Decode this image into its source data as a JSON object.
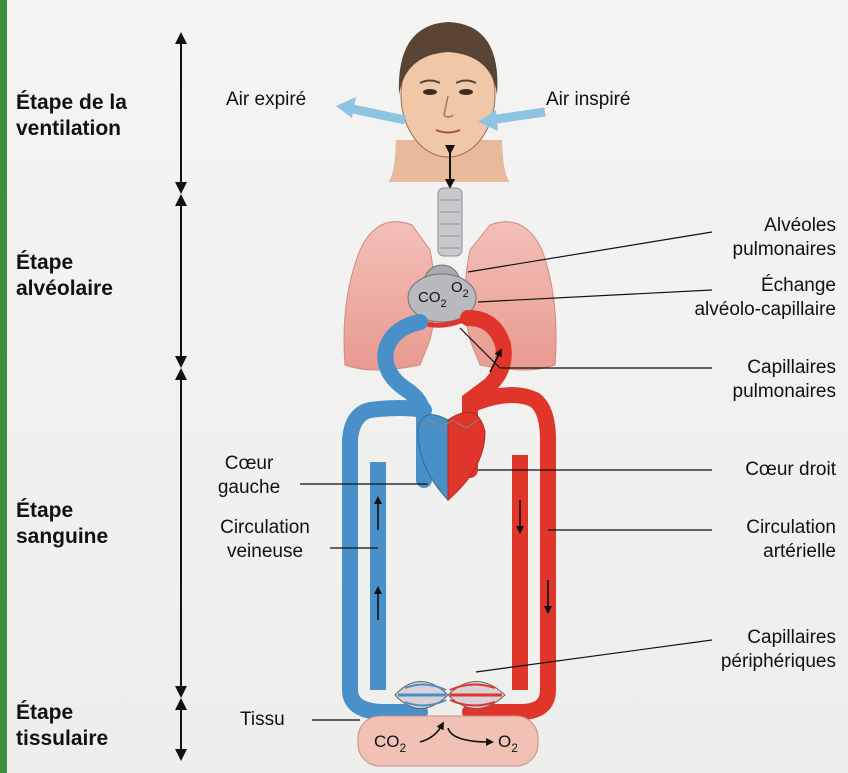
{
  "stages": {
    "ventilation": "Étape de la\nventilation",
    "alveolaire": "Étape\nalvéolaire",
    "sanguine": "Étape\nsanguine",
    "tissulaire": "Étape\ntissulaire"
  },
  "labels": {
    "air_expire": "Air expiré",
    "air_inspire": "Air inspiré",
    "alveoles": "Alvéoles\npulmonaires",
    "echange": "Échange\nalvéolo-capillaire",
    "capillaires_pulmonaires": "Capillaires\npulmonaires",
    "coeur_gauche": "Cœur\ngauche",
    "coeur_droit": "Cœur droit",
    "circulation_veineuse": "Circulation\nveineuse",
    "circulation_arterielle": "Circulation\nartérielle",
    "capillaires_peripheriques": "Capillaires\npériphériques",
    "tissu": "Tissu"
  },
  "gases": {
    "co2": "CO",
    "o2": "O",
    "subscript": "2"
  },
  "colors": {
    "venous_blue": "#4a90c8",
    "arterial_red": "#e0352b",
    "lung_pink": "#eeaea6",
    "tissue_pink": "#f1c1b6",
    "air_arrow": "#8ec3e4",
    "stage_bar": "#3c8f3c"
  }
}
